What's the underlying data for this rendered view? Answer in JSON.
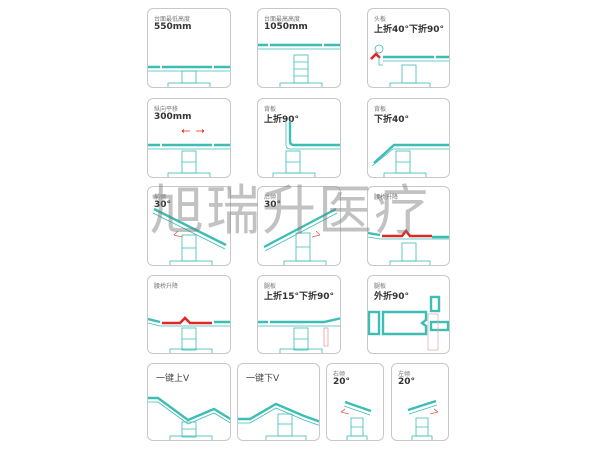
{
  "cards": [
    {
      "label": "台面最低高度",
      "value": "550mm"
    },
    {
      "label": "台面最高高度",
      "value": "1050mm"
    },
    {
      "label": "头板",
      "value": "上折40°下折90°"
    },
    {
      "label": "纵向平移",
      "value": "300mm"
    },
    {
      "label": "背板",
      "value": "上折90°"
    },
    {
      "label": "背板",
      "value": "下折40°"
    },
    {
      "label": "前倾",
      "value": "30°"
    },
    {
      "label": "后倾",
      "value": "30°"
    },
    {
      "label": "腰桥升降",
      "value": ""
    },
    {
      "label": "腰桥升降",
      "value": ""
    },
    {
      "label": "腿板",
      "value": "上折15°下折90°"
    },
    {
      "label": "腿板",
      "value": "外折90°"
    },
    {
      "label": "一键上V",
      "value": ""
    },
    {
      "label": "一键下V",
      "value": ""
    },
    {
      "label": "右倾",
      "value": "20°"
    },
    {
      "label": "左倾",
      "value": "20°"
    }
  ],
  "watermark": "旭瑞升医疗",
  "colors": {
    "teal": "#3dbdb5",
    "red": "#e02828",
    "border": "#c8c8c8"
  }
}
